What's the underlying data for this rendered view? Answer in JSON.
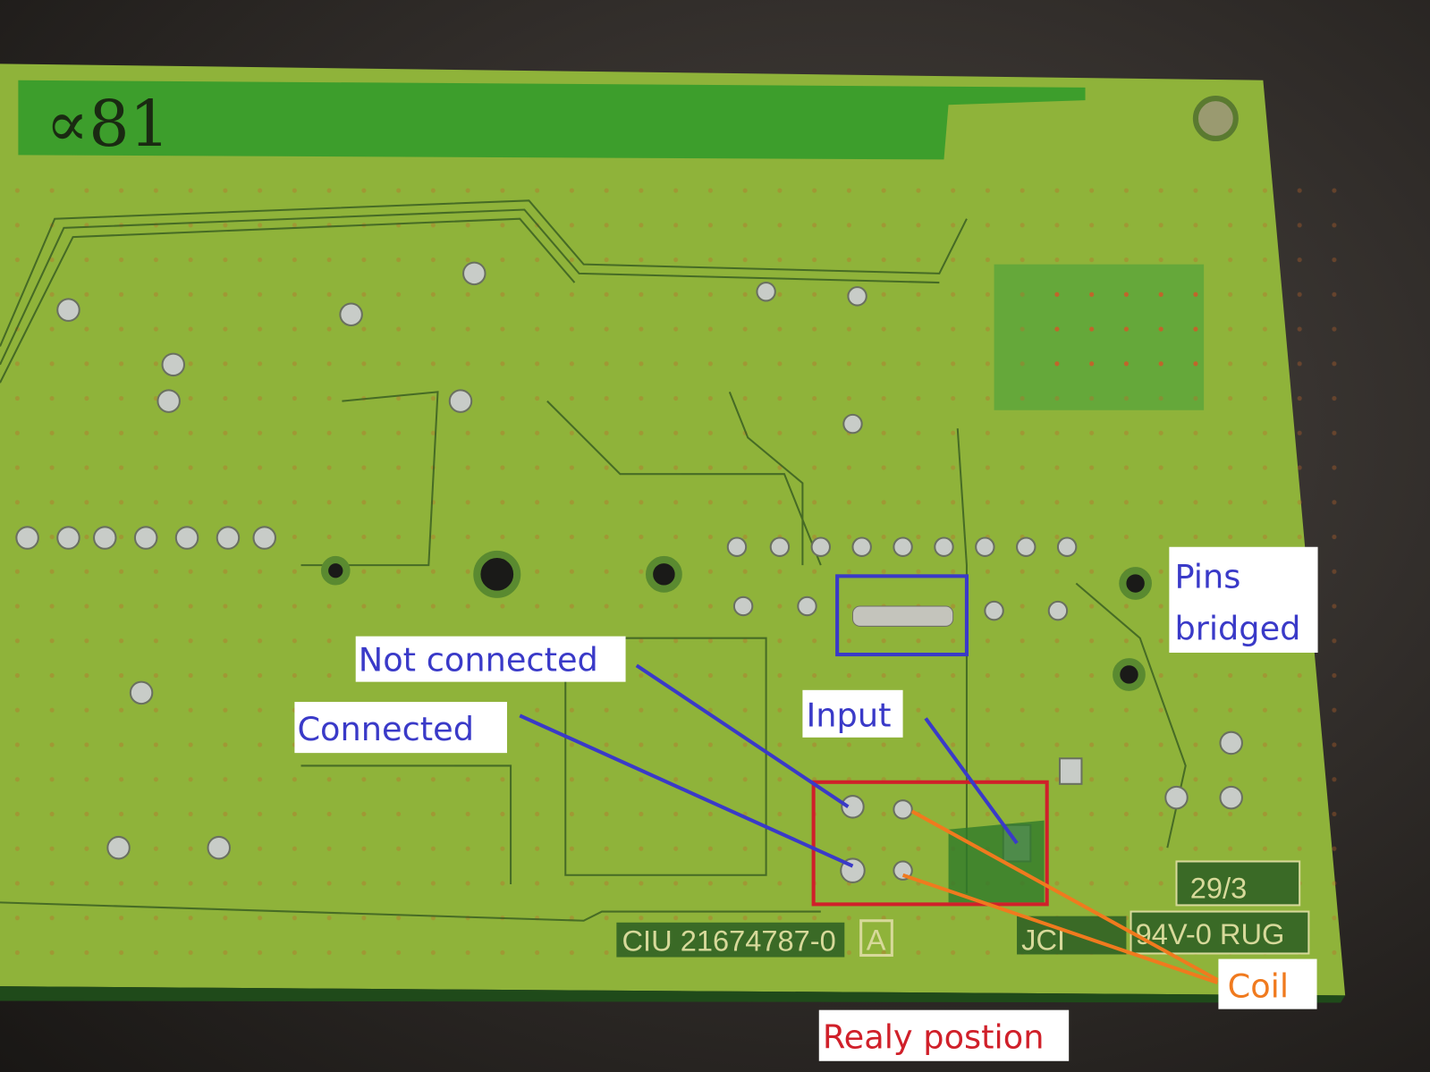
{
  "annotations": {
    "not_connected": "Not connected",
    "connected": "Connected",
    "input": "Input",
    "pins_bridged_line1": "Pins",
    "pins_bridged_line2": "bridged",
    "coil": "Coil",
    "relay_position": "Realy postion"
  },
  "silkscreen": {
    "part_number": "CIU 21674787-0",
    "revision": "A",
    "maker": "JCI",
    "rating": "94V-0  RUG",
    "date_code": "29/3",
    "handwritten": "∝81"
  },
  "colors": {
    "board": "#8fb33a",
    "board_dark": "#2f7a2a",
    "annotation_blue": "#3a3ac8",
    "annotation_orange": "#f07a1e",
    "annotation_red": "#d0202a"
  }
}
